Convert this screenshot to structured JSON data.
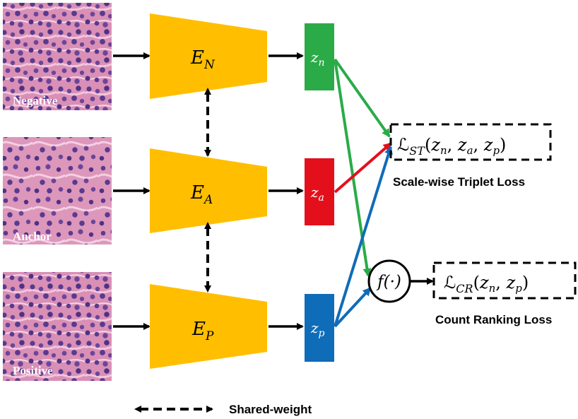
{
  "images": [
    {
      "label": "Negative"
    },
    {
      "label": "Anchor"
    },
    {
      "label": "Positive"
    }
  ],
  "encoders": [
    {
      "symbol": "E",
      "subscript": "N"
    },
    {
      "symbol": "E",
      "subscript": "A"
    },
    {
      "symbol": "E",
      "subscript": "P"
    }
  ],
  "embeddings": [
    {
      "symbol": "z",
      "subscript": "n",
      "color": "#2aab48"
    },
    {
      "symbol": "z",
      "subscript": "a",
      "color": "#e3101c"
    },
    {
      "symbol": "z",
      "subscript": "p",
      "color": "#0f6cb8"
    }
  ],
  "colors": {
    "encoder": "#ffbf00",
    "tissue_bg": "#d98fb6",
    "nucleus": "#5a3a8e",
    "arrow": "#000000"
  },
  "losses": {
    "triplet": {
      "script": "L",
      "subscript": "ST",
      "args": "(z_n, z_a, z_p)",
      "args_parts": [
        "(",
        "z",
        "n",
        ", ",
        "z",
        "a",
        ", ",
        "z",
        "p",
        ")"
      ],
      "caption": "Scale-wise Triplet Loss"
    },
    "ranking": {
      "script": "L",
      "subscript": "CR",
      "args_parts": [
        "(",
        "z",
        "n",
        ", ",
        "z",
        "p",
        ")"
      ],
      "caption": "Count Ranking Loss"
    }
  },
  "function_node": {
    "text": "f(·)"
  },
  "legend": {
    "text": "Shared-weight"
  }
}
